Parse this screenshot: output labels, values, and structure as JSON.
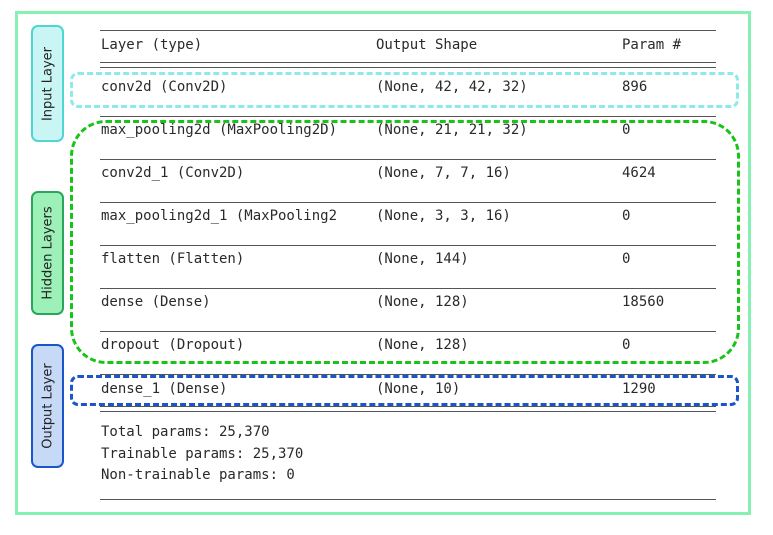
{
  "labels": {
    "input": "Input Layer",
    "hidden": "Hidden Layers",
    "output": "Output Layer"
  },
  "colors": {
    "frame": "#85f2b4",
    "input": "#8eeaea",
    "input_fill": "#c9f6f4",
    "hidden": "#19c319",
    "hidden_fill": "#9df0b8",
    "output": "#1a56c9",
    "output_fill": "#c6d9f7"
  },
  "summary": {
    "header": {
      "layer": "Layer (type)",
      "shape": "Output Shape",
      "params": "Param #"
    },
    "rows": [
      {
        "layer": "conv2d (Conv2D)",
        "shape": "(None, 42, 42, 32)",
        "params": "896"
      },
      {
        "layer": "max_pooling2d (MaxPooling2D)",
        "shape": "(None, 21, 21, 32)",
        "params": "0"
      },
      {
        "layer": "conv2d_1 (Conv2D)",
        "shape": "(None, 7, 7, 16)",
        "params": "4624"
      },
      {
        "layer": "max_pooling2d_1 (MaxPooling2",
        "shape": "(None, 3, 3, 16)",
        "params": "0"
      },
      {
        "layer": "flatten (Flatten)",
        "shape": "(None, 144)",
        "params": "0"
      },
      {
        "layer": "dense (Dense)",
        "shape": "(None, 128)",
        "params": "18560"
      },
      {
        "layer": "dropout (Dropout)",
        "shape": "(None, 128)",
        "params": "0"
      },
      {
        "layer": "dense_1 (Dense)",
        "shape": "(None, 10)",
        "params": "1290"
      }
    ],
    "totals": {
      "total": "Total params: 25,370",
      "trainable": "Trainable params: 25,370",
      "non_trainable": "Non-trainable params: 0"
    }
  }
}
